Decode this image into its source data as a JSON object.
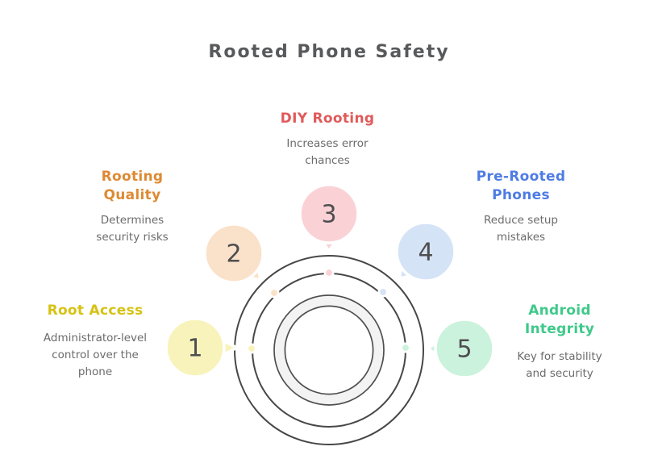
{
  "title": "Rooted Phone Safety",
  "title_color": "#58595b",
  "muted_text_color": "#6b6b6b",
  "diagram": {
    "orbit_color": "#474747",
    "ring_fill": "#f3f3f3",
    "ring_edge": "#4f4f4f",
    "number_color": "#4e4e50"
  },
  "items": [
    {
      "number": "1",
      "heading": "Root Access",
      "description": "Administrator-level control over the phone",
      "accent": "#d6c213",
      "bubble_fill": "#f8f3bb"
    },
    {
      "number": "2",
      "heading": "Rooting Quality",
      "description": "Determines security risks",
      "accent": "#dd8a33",
      "bubble_fill": "#fae1c9"
    },
    {
      "number": "3",
      "heading": "DIY Rooting",
      "description": "Increases error chances",
      "accent": "#e05a5a",
      "bubble_fill": "#fad2d6"
    },
    {
      "number": "4",
      "heading": "Pre-Rooted Phones",
      "description": "Reduce setup mistakes",
      "accent": "#4e7ce4",
      "bubble_fill": "#d5e3f7"
    },
    {
      "number": "5",
      "heading": "Android Integrity",
      "description": "Key for stability and security",
      "accent": "#3fc98a",
      "bubble_fill": "#cbf2dc"
    }
  ]
}
